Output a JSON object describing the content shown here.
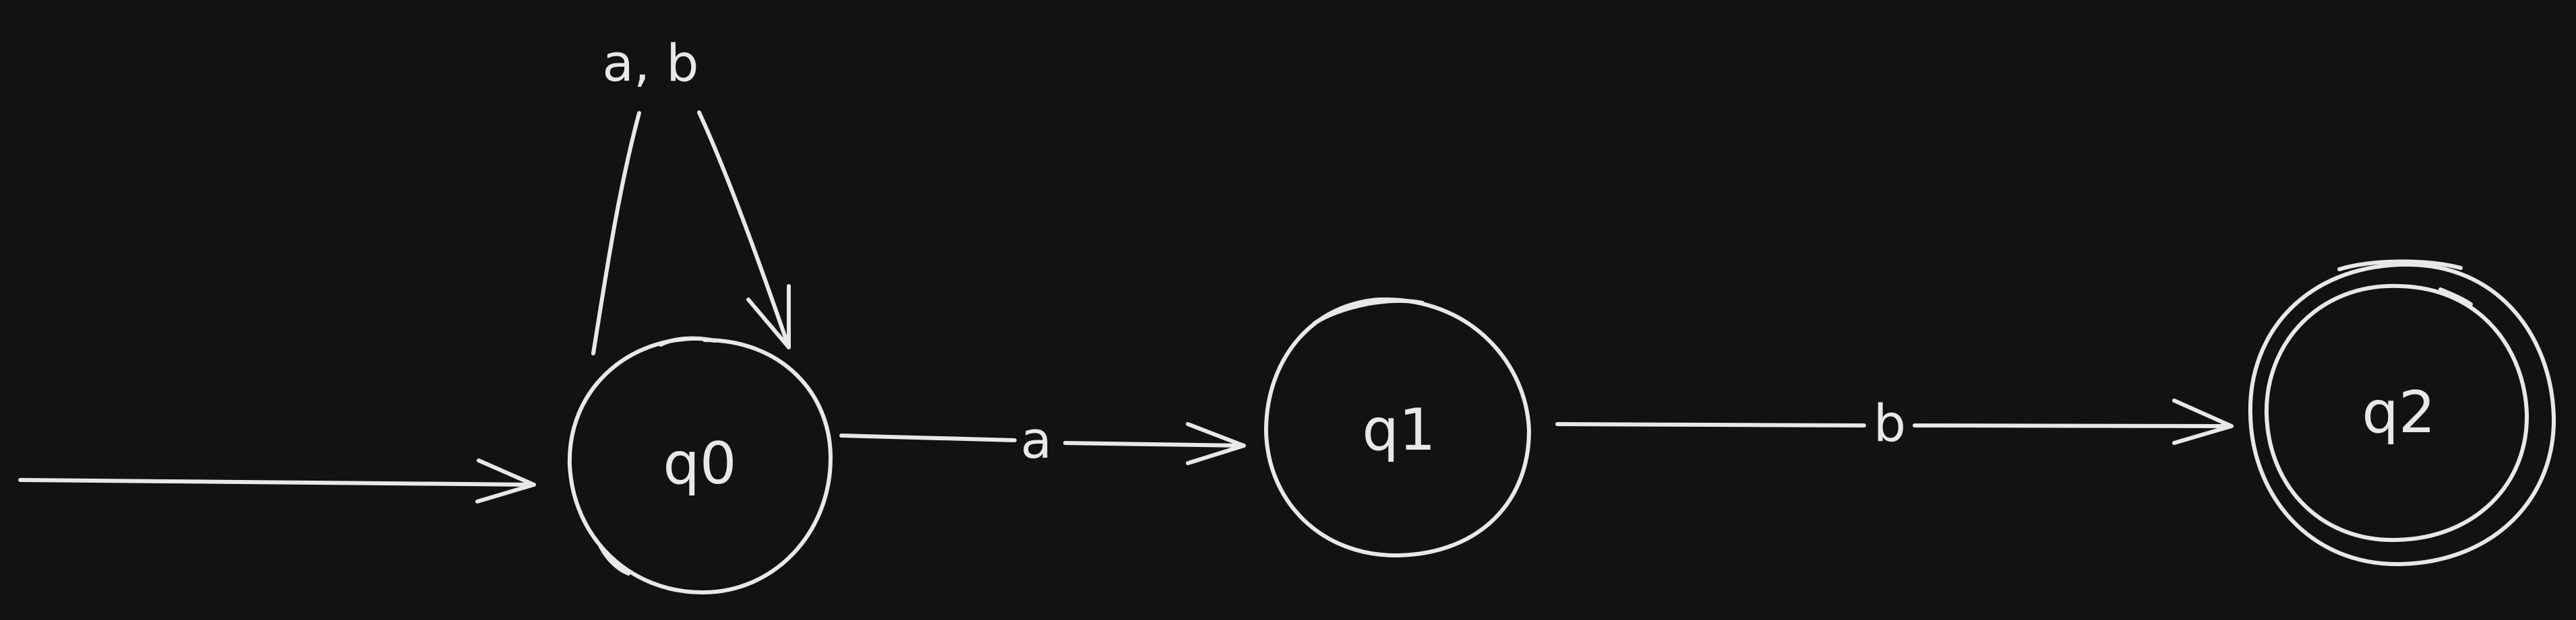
{
  "diagram": {
    "type": "finite-automaton",
    "background": "#121212",
    "stroke_color": "#e8e8e8",
    "start_state": "q0",
    "accepting_states": [
      "q2"
    ],
    "states": [
      {
        "id": "q0",
        "label": "q0",
        "accepting": false
      },
      {
        "id": "q1",
        "label": "q1",
        "accepting": false
      },
      {
        "id": "q2",
        "label": "q2",
        "accepting": true
      }
    ],
    "transitions": [
      {
        "id": "loop-q0",
        "from": "q0",
        "to": "q0",
        "label": "a, b"
      },
      {
        "id": "q0-q1",
        "from": "q0",
        "to": "q1",
        "label": "a"
      },
      {
        "id": "q1-q2",
        "from": "q1",
        "to": "q2",
        "label": "b"
      }
    ]
  }
}
